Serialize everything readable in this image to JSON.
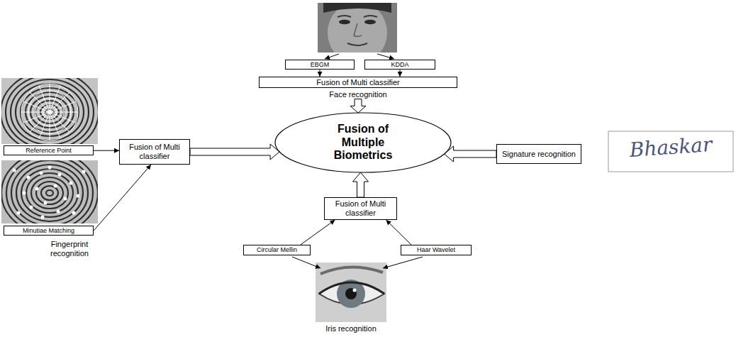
{
  "diagram": {
    "nodes": [
      {
        "text": [
          "EBGM"
        ]
      },
      {
        "text": [
          "KDDA"
        ]
      },
      {
        "text": [
          "Fusion of Multi classifier",
          "Face recognition"
        ]
      },
      {
        "text": [
          "Reference Point"
        ]
      },
      {
        "text": [
          "Fusion of Multi classifier"
        ]
      },
      {
        "text": [
          "Fusion of Multiple Biometrics"
        ]
      },
      {
        "text": [
          "Signature recognition"
        ]
      },
      {
        "text": [
          "Minutiae Matching"
        ]
      },
      {
        "text": [
          "Fusion of Multi classifier"
        ]
      },
      {
        "text": [
          "Circular Mellin"
        ]
      },
      {
        "text": [
          "Haar Wavelet"
        ]
      }
    ],
    "edges": [
      {
        "from": 0,
        "to": 2,
        "arrow": "to"
      },
      {
        "from": 1,
        "to": 2,
        "arrow": "to"
      },
      {
        "from": 2,
        "to": 5,
        "arrow": "to"
      },
      {
        "from": 3,
        "to": 4,
        "arrow": "to"
      },
      {
        "from": 7,
        "to": 4,
        "arrow": "to"
      },
      {
        "from": 4,
        "to": 5,
        "arrow": "to"
      },
      {
        "from": 6,
        "to": 5,
        "arrow": "to"
      },
      {
        "from": 8,
        "to": 5,
        "arrow": "to"
      },
      {
        "from": 9,
        "to": 8,
        "arrow": "to"
      },
      {
        "from": 10,
        "to": 8,
        "arrow": "to"
      }
    ],
    "labels": [
      "Fingerprint recognition",
      "Iris recognition",
      "Bhaskar"
    ]
  }
}
